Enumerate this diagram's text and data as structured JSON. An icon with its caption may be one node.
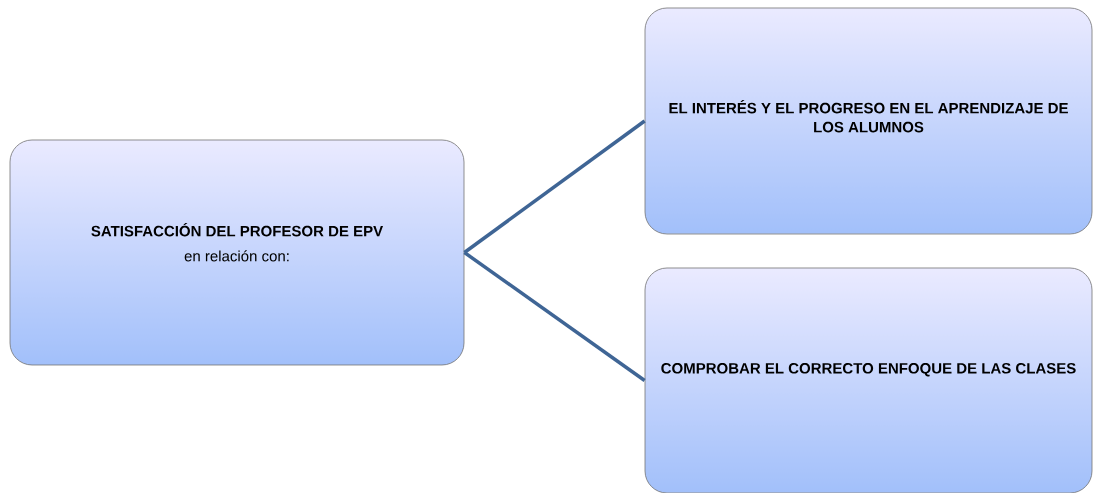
{
  "diagram": {
    "nodes": [
      {
        "text": [
          "SATISFACCIÓN DEL PROFESOR  DE EPV",
          "en relación con:"
        ]
      },
      {
        "text": [
          "EL INTERÉS Y EL PROGRESO EN EL APRENDIZAJE DE LOS ALUMNOS"
        ]
      },
      {
        "text": [
          "COMPROBAR EL CORRECTO ENFOQUE DE LAS CLASES"
        ]
      }
    ],
    "edges": [
      {
        "from": 0,
        "to": 1,
        "arrow": "none"
      },
      {
        "from": 0,
        "to": 2,
        "arrow": "none"
      }
    ]
  }
}
